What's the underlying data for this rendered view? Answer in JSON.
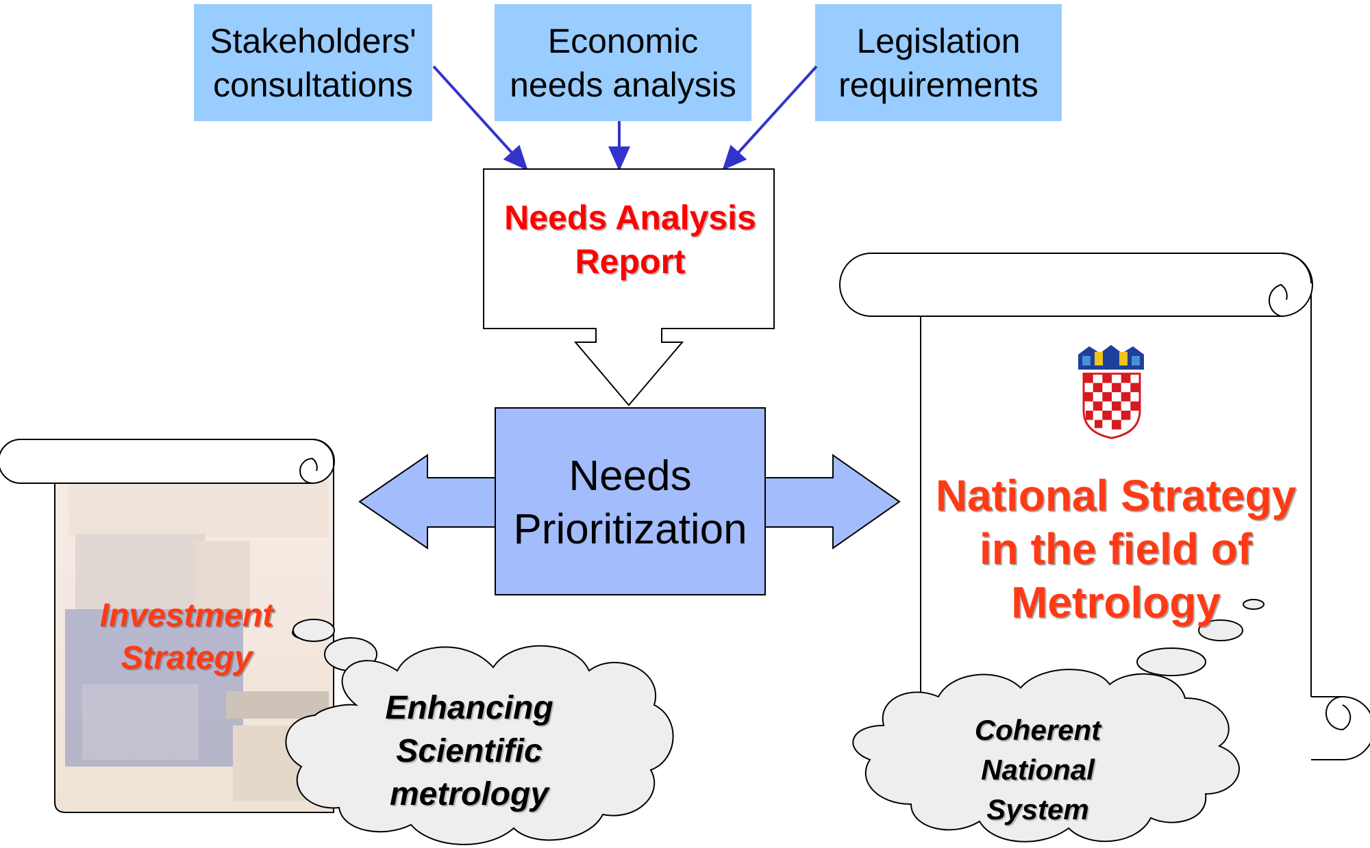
{
  "inputs": {
    "stakeholders": "Stakeholders'\nconsultations",
    "economic": "Economic\nneeds analysis",
    "legislation": "Legislation\nrequirements"
  },
  "report": {
    "label": "Needs Analysis\nReport"
  },
  "prioritization": {
    "label": "Needs\nPrioritization"
  },
  "national_strategy": {
    "label": "National Strategy\nin the field of\nMetrology"
  },
  "investment_strategy": {
    "label": "Investment\nStrategy"
  },
  "clouds": {
    "scientific": "Enhancing\nScientific\nmetrology",
    "coherent": "Coherent\nNational\nSystem"
  },
  "colors": {
    "input_box": "#99ccff",
    "prioritization_box": "#a3bcfb",
    "arrow_line": "#3333cc",
    "red_text": "#ff0000",
    "orange_text": "#ff3a14"
  }
}
